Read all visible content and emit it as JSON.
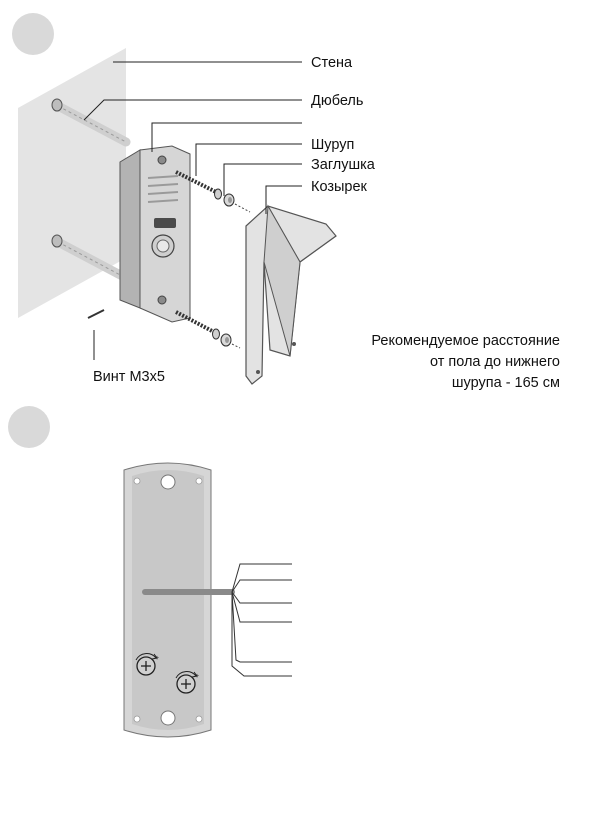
{
  "step_markers": [
    {
      "name": "step-1-marker",
      "color": "#d9d9d9"
    },
    {
      "name": "step-2-marker",
      "color": "#d9d9d9"
    }
  ],
  "labels": {
    "wall": "Стена",
    "dowel": "Дюбель",
    "screw": "Шуруп",
    "plug": "Заглушка",
    "visor": "Козырек",
    "bolt": "Винт М3х5",
    "recommendation": [
      "Рекомендуемое расстояние",
      "от пола до нижнего",
      "шурупа - 165 см"
    ]
  },
  "colors": {
    "wall_fill": "#e4e4e4",
    "panel_fill": "#d6d6d6",
    "panel_shadow": "#b3b3b3",
    "outline": "#555555",
    "leader": "#222222"
  }
}
